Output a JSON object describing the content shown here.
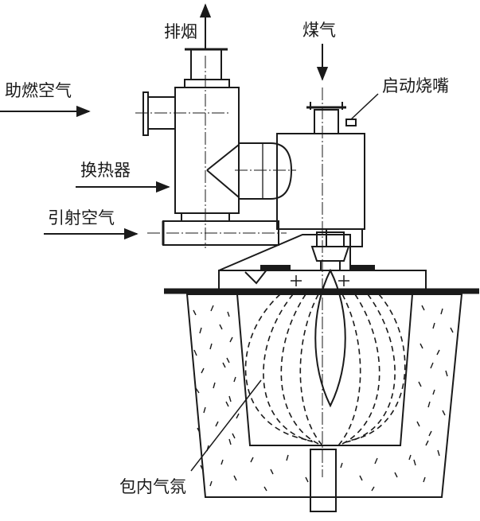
{
  "labels": {
    "exhaust": "排烟",
    "gas": "煤气",
    "combustion_air": "助燃空气",
    "pilot_burner": "启动烧嘴",
    "heat_exchanger": "换热器",
    "induced_air": "引射空气",
    "ladle_atmosphere": "包内气氛"
  },
  "colors": {
    "line": "#1a1a1a",
    "background": "#ffffff"
  }
}
